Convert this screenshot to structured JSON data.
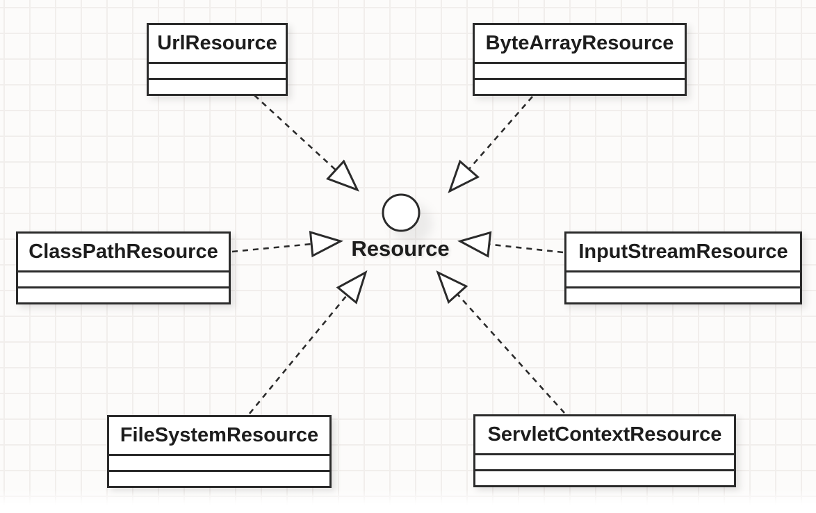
{
  "diagram": {
    "type": "uml-class-diagram",
    "interface": {
      "name": "Resource",
      "notation": "lollipop-circle"
    },
    "classes": [
      {
        "name": "UrlResource",
        "empty_compartments": 2
      },
      {
        "name": "ByteArrayResource",
        "empty_compartments": 2
      },
      {
        "name": "ClassPathResource",
        "empty_compartments": 2
      },
      {
        "name": "InputStreamResource",
        "empty_compartments": 2
      },
      {
        "name": "FileSystemResource",
        "empty_compartments": 2
      },
      {
        "name": "ServletContextResource",
        "empty_compartments": 2
      }
    ],
    "edges": [
      {
        "from": "UrlResource",
        "to": "Resource",
        "type": "realization-dashed-hollow-triangle"
      },
      {
        "from": "ByteArrayResource",
        "to": "Resource",
        "type": "realization-dashed-hollow-triangle"
      },
      {
        "from": "ClassPathResource",
        "to": "Resource",
        "type": "realization-dashed-hollow-triangle"
      },
      {
        "from": "InputStreamResource",
        "to": "Resource",
        "type": "realization-dashed-hollow-triangle"
      },
      {
        "from": "FileSystemResource",
        "to": "Resource",
        "type": "realization-dashed-hollow-triangle"
      },
      {
        "from": "ServletContextResource",
        "to": "Resource",
        "type": "realization-dashed-hollow-triangle"
      }
    ],
    "colors": {
      "stroke": "#2b2b2b",
      "box_fill": "#ffffff",
      "background": "#fcfbfa",
      "grid": "#f1eeec"
    }
  }
}
